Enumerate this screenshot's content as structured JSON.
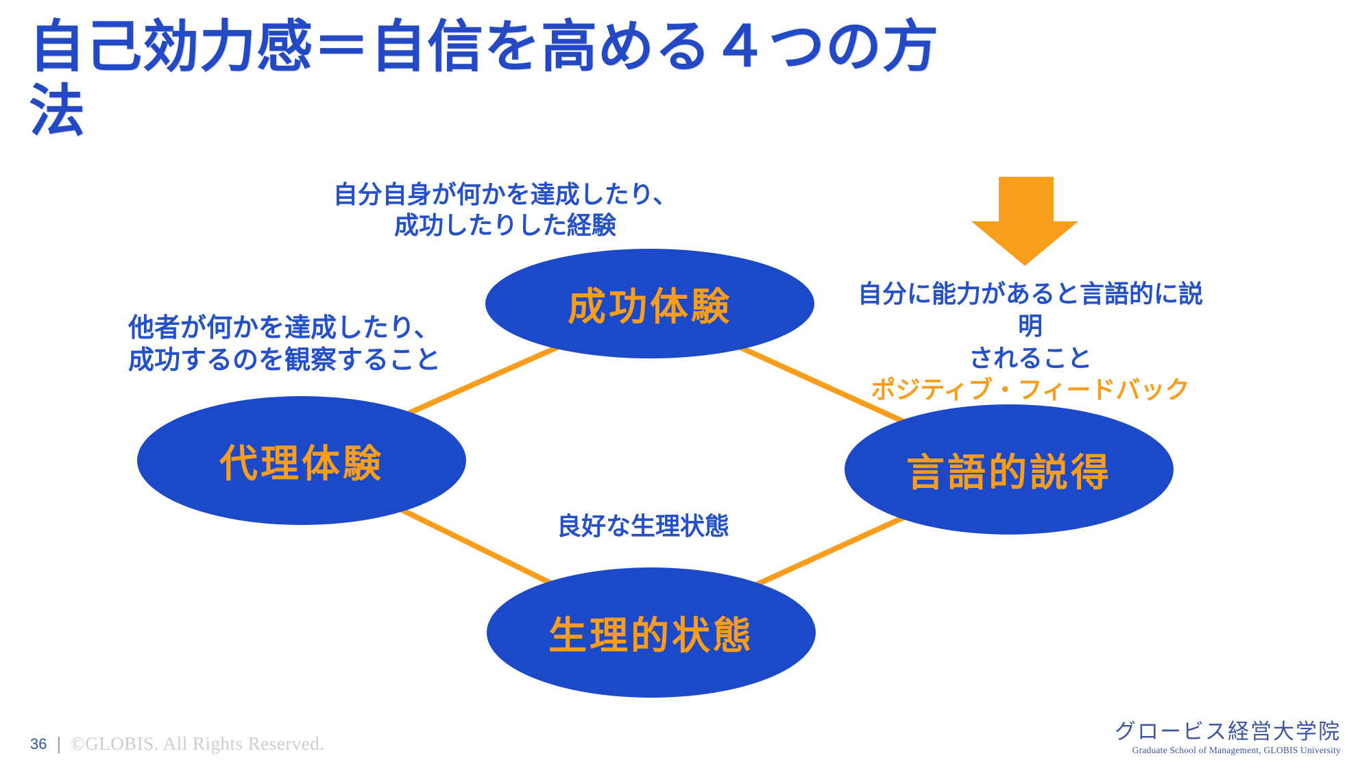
{
  "title": "自己効力感＝自信を高める４つの方法",
  "nodes": [
    {
      "id": "success-experience",
      "label": "成功体験"
    },
    {
      "id": "vicarious-experience",
      "label": "代理体験"
    },
    {
      "id": "verbal-persuasion",
      "label": "言語的説得"
    },
    {
      "id": "physiological-state",
      "label": "生理的状態"
    }
  ],
  "annotations": {
    "top_line1": "自分自身が何かを達成したり、",
    "top_line2": "成功したりした経験",
    "left_line1": "他者が何かを達成したり、",
    "left_line2": "成功するのを観察すること",
    "right_line1": "自分に能力があると言語的に説明",
    "right_line2": "されること",
    "right_line3": "ポジティブ・フィードバック",
    "middle": "良好な生理状態"
  },
  "footer": {
    "page_number": "36",
    "divider": "|",
    "copyright": "©GLOBIS. All Rights Reserved."
  },
  "logo": {
    "name_jp": "グロービス経営大学院",
    "name_en": "Graduate School of Management, GLOBIS University"
  },
  "colors": {
    "title_blue": "#2449C4",
    "text_blue": "#2450C8",
    "ellipse_blue": "#1B49C8",
    "accent_orange": "#F99D1C",
    "footer_gray": "#C9CDD5",
    "logo_blue": "#3C55A5"
  }
}
